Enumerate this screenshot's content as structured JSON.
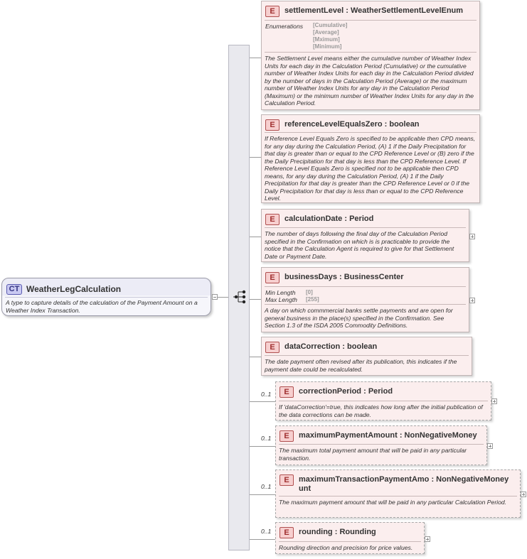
{
  "complex_type": {
    "badge": "CT",
    "name": "WeatherLegCalculation",
    "description": "A type to capture details of the calculation of the Payment Amount on a Weather Index Transaction."
  },
  "elements": [
    {
      "badge": "E",
      "name": "settlementLevel",
      "type": "WeatherSettlementLevelEnum",
      "facets_label": "Enumerations",
      "facets": [
        "[Cumulative]",
        "[Average]",
        "[Mximum]",
        "[Minimum]"
      ],
      "description": "The Settlement Level means either the cumulative number of Weather Index Units for each day in the Calculation Period (Cumulative) or the cumulative number of Weather Index Units for each day in the Calculation Period divided by the number of days in the Calculation Period (Average) or the maximum number of Weather Index Units for any day in the Calculation Period (Maximum) or the minimum number of Weather Index Units for any day in the Calculation Period."
    },
    {
      "badge": "E",
      "name": "referenceLevelEqualsZero",
      "type": "boolean",
      "description": "If Reference Level Equals Zero is specified to be applicable then CPD means, for any day during the Calculation Period, (A) 1 if the Daily Precipitation for that day is greater than or equal to the CPD Reference Level or (B) zero if the the Daily Precipitation for that day is less than the CPD Reference Level. If Reference Level Equals Zero is specified not to be applicable then CPD means, for any day during the Calculation Period, (A) 1 if the Daily Precipitation for that day is greater than the CPD Reference Level or 0 if the Daily Precipitation for that day is less than or equal to the CPD Reference Level."
    },
    {
      "badge": "E",
      "name": "calculationDate",
      "type": "Period",
      "description": "The number of days following the final day of the Calculation Period specified in the Confirmation on which is is practicable to provide the notice that the Calculation Agent is required to give for that Settlement Date or Payment Date."
    },
    {
      "badge": "E",
      "name": "businessDays",
      "type": "BusinessCenter",
      "facet_rows": [
        {
          "label": "Min Length",
          "value": "[0]"
        },
        {
          "label": "Max Length",
          "value": "[255]"
        }
      ],
      "description": "A day on which commmercial banks settle payments and are open for general business in the place(s) specified in the Confirmation. See Section 1.3 of the ISDA 2005 Commodity Definitions."
    },
    {
      "badge": "E",
      "name": "dataCorrection",
      "type": "boolean",
      "description": "The date payment often revised after its publication, this indicates if the payment date could be recalculated."
    },
    {
      "badge": "E",
      "cardinality": "0..1",
      "name": "correctionPeriod",
      "type": "Period",
      "description": "If 'dataCorrection'=true, this indicates how long after the initial publication of the data corrections can be made."
    },
    {
      "badge": "E",
      "cardinality": "0..1",
      "name": "maximumPaymentAmount",
      "type": "NonNegativeMoney",
      "description": "The maximum total payment amount that will be paid in any particular transaction."
    },
    {
      "badge": "E",
      "cardinality": "0..1",
      "name_line1": "maximumTransactionPaymentAmo",
      "name_line2": "unt",
      "type_line1": "NonNegativeMoney",
      "description": "The maximum payment amount that will be paid in any particular Calculation Period."
    },
    {
      "badge": "E",
      "cardinality": "0..1",
      "name": "rounding",
      "type": "Rounding",
      "description": "Rounding direction and precision for price values."
    }
  ]
}
